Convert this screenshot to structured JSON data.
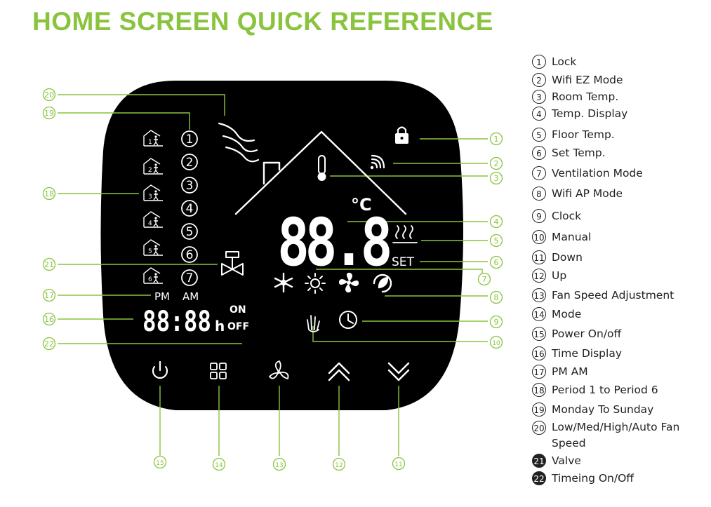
{
  "title": "HOME SCREEN QUICK REFERENCE",
  "colors": {
    "accent": "#8ac43f",
    "screen": "#000000",
    "screen_text": "#ffffff",
    "legend_text": "#222222"
  },
  "screen": {
    "period_numbers": [
      "1",
      "2",
      "3",
      "4",
      "5",
      "6",
      "7"
    ],
    "period_icon_numbers": [
      "1",
      "2",
      "3",
      "4",
      "5",
      "6"
    ],
    "temp_display": "88.8",
    "temp_unit": "°C",
    "set_label": "SET",
    "pm_label": "PM",
    "am_label": "AM",
    "time_display": "88:88",
    "time_suffix": "h",
    "on_label": "ON",
    "off_label": "OFF",
    "icons": [
      "fan-speed-waves-icon",
      "lock-icon",
      "wifi-icon",
      "thermometer-icon",
      "floor-heat-icon",
      "snowflake-icon",
      "sun-icon",
      "fan-icon",
      "eco-icon",
      "hand-icon",
      "clock-icon",
      "valve-icon",
      "power-icon",
      "mode-icon",
      "fan-speed-icon",
      "up-icon",
      "down-icon"
    ]
  },
  "callouts": [
    "1",
    "2",
    "3",
    "4",
    "5",
    "6",
    "7",
    "8",
    "9",
    "10",
    "11",
    "12",
    "13",
    "14",
    "15",
    "16",
    "17",
    "18",
    "19",
    "20",
    "21",
    "22"
  ],
  "legend": [
    {
      "num": "1",
      "text": "Lock"
    },
    {
      "num": "2",
      "text": "Wifi EZ Mode"
    },
    {
      "num": "3",
      "text": "Room Temp."
    },
    {
      "num": "4",
      "text": "Temp. Display"
    },
    {
      "num": "5",
      "text": "Floor Temp."
    },
    {
      "num": "6",
      "text": "Set Temp."
    },
    {
      "num": "7",
      "text": "Ventilation Mode"
    },
    {
      "num": "8",
      "text": "Wifi AP Mode"
    },
    {
      "num": "9",
      "text": "Clock"
    },
    {
      "num": "10",
      "text": "Manual"
    },
    {
      "num": "11",
      "text": "Down"
    },
    {
      "num": "12",
      "text": "Up"
    },
    {
      "num": "13",
      "text": "Fan Speed Adjustment"
    },
    {
      "num": "14",
      "text": "Mode"
    },
    {
      "num": "15",
      "text": "Power On/off"
    },
    {
      "num": "16",
      "text": "Time Display"
    },
    {
      "num": "17",
      "text": "PM  AM"
    },
    {
      "num": "18",
      "text": "Period 1 to Period 6"
    },
    {
      "num": "19",
      "text": "Monday To Sunday"
    },
    {
      "num": "20",
      "text": "Low/Med/High/Auto Fan Speed"
    },
    {
      "num": "21",
      "text": "Valve"
    },
    {
      "num": "22",
      "text": "Timeing On/Off"
    }
  ]
}
